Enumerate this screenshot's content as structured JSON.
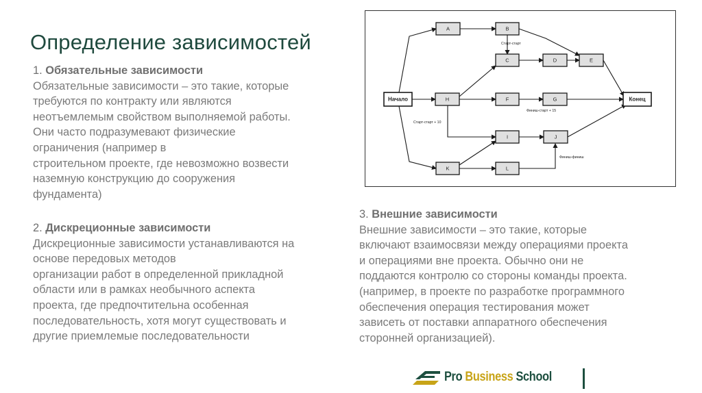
{
  "title": "Определение зависимостей",
  "section1": {
    "number": "1.",
    "heading": "Обязательные зависимости",
    "lines": [
      "Обязательные зависимости – это такие, которые",
      "требуются по контракту или являются",
      "неотъемлемым свойством выполняемой работы.",
      "Они часто подразумевают физические",
      "ограничения (например в",
      "строительном проекте, где невозможно возвести",
      "наземную конструкцию до сооружения",
      "фундамента)"
    ]
  },
  "section2": {
    "number": "2.",
    "heading": "Дискреционные зависимости",
    "lines": [
      "Дискреционные зависимости устанавливаются на",
      "основе передовых методов",
      "организации работ в определенной прикладной",
      "области или в рамках необычного аспекта",
      "проекта, где предпочтительна особенная",
      "последовательность, хотя могут существовать и",
      "другие приемлемые последовательности"
    ]
  },
  "section3": {
    "number": "3.",
    "heading": "Внешние зависимости",
    "lines": [
      "Внешние зависимости – это такие, которые",
      "включают взаимосвязи между операциями проекта",
      "и операциями вне проекта. Обычно они не",
      "поддаются контролю со стороны команды проекта.",
      "(например, в проекте по разработке программного",
      "обеспечения операция тестирования может",
      "зависеть от поставки аппаратного обеспечения",
      "сторонней организацией)."
    ]
  },
  "diagram": {
    "nodes": {
      "start": "Начало",
      "end": "Конец",
      "A": "A",
      "B": "B",
      "C": "C",
      "D": "D",
      "E": "E",
      "H": "H",
      "F": "F",
      "G": "G",
      "I": "I",
      "J": "J",
      "K": "K",
      "L": "L"
    },
    "labels": {
      "start_start": "Старт-старт",
      "finish_start_15": "Финиш-старт + 15",
      "start_start_10": "Старт-старт + 10",
      "finish_finish": "Финиш-финиш"
    }
  },
  "logo": {
    "prefix": "Pro ",
    "accent": "Business",
    "suffix": " School"
  },
  "colors": {
    "title": "#1f4a3e",
    "body_text": "#7a7a7a",
    "logo_green": "#1d4f3f",
    "logo_gold": "#c8a418"
  }
}
